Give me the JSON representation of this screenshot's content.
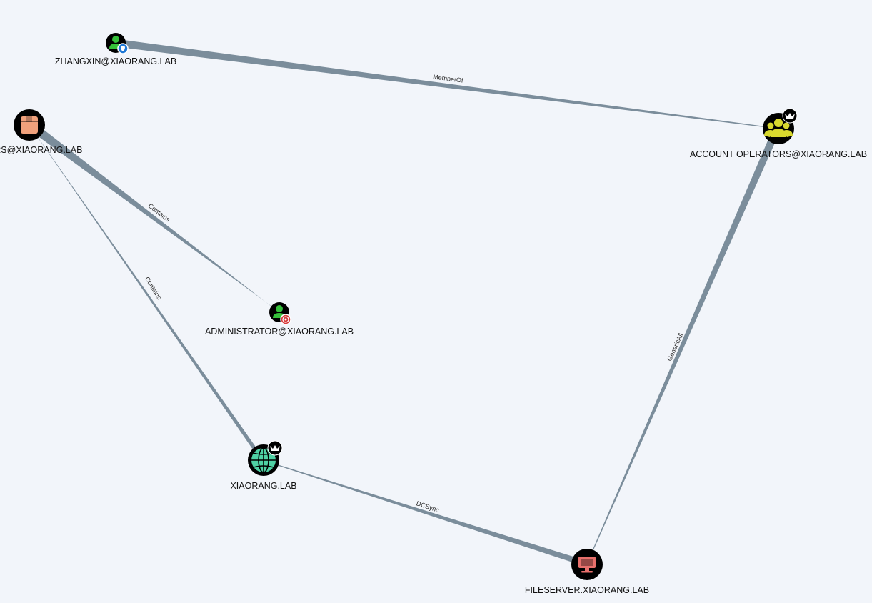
{
  "nodes": {
    "zhangxin": {
      "label": "ZHANGXIN@XIAORANG.LAB",
      "icon": "user-icon",
      "badge": "owned-shield-badge-icon",
      "color": "#35c03a"
    },
    "account_operators": {
      "label": "ACCOUNT OPERATORS@XIAORANG.LAB",
      "icon": "group-icon",
      "badge": "high-value-crown-badge-icon",
      "color": "#d8d82e"
    },
    "users_container": {
      "label": "USERS@XIAORANG.LAB",
      "icon": "container-box-icon",
      "color": "#f0a17c"
    },
    "administrator": {
      "label": "ADMINISTRATOR@XIAORANG.LAB",
      "icon": "user-icon",
      "badge": "target-badge-icon",
      "color": "#35c03a"
    },
    "domain": {
      "label": "XIAORANG.LAB",
      "icon": "globe-icon",
      "badge": "high-value-crown-badge-icon",
      "color": "#4fd1a4"
    },
    "fileserver": {
      "label": "FILESERVER.XIAORANG.LAB",
      "icon": "computer-icon",
      "color": "#e8706c"
    }
  },
  "edges": {
    "memberof": "MemberOf",
    "contains_admin": "Contains",
    "contains_domain": "Contains",
    "genericall": "GenericAll",
    "dcsync": "DCSync"
  },
  "colors": {
    "background": "#f2f5fa",
    "edge": "#7b8d9b",
    "node_ring": "#000000"
  }
}
